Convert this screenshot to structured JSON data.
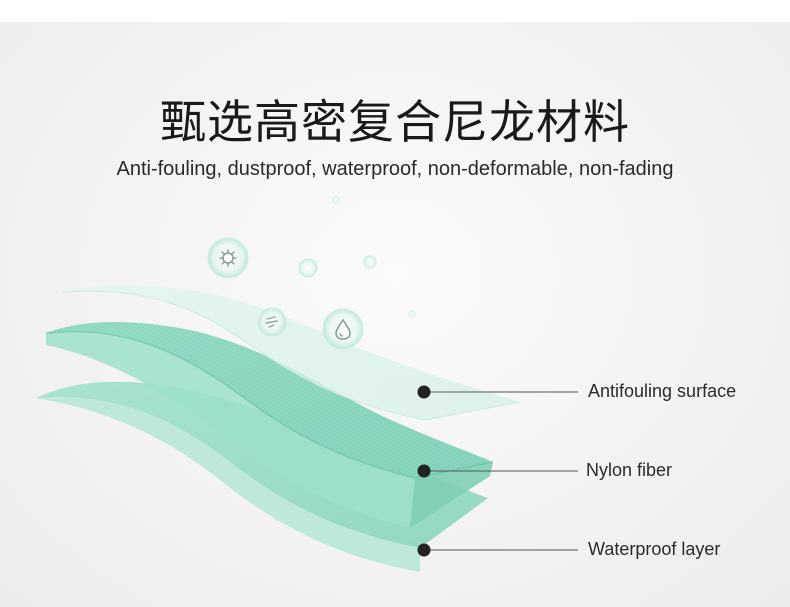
{
  "header": {
    "title": "甄选高密复合尼龙材料",
    "subtitle": "Anti-fouling, dustproof, waterproof, non-deformable, non-fading"
  },
  "diagram": {
    "layers": [
      {
        "label": "Antifouling surface"
      },
      {
        "label": "Nylon fiber"
      },
      {
        "label": "Waterproof layer"
      }
    ]
  },
  "colors": {
    "layer_top": "#d8f1ea",
    "layer_mid": "#8fd9c3",
    "layer_bottom": "#9fdcc9",
    "edge": "#5fbfa4",
    "dot": "#222222",
    "line": "#555555"
  },
  "icons": [
    "virus-icon",
    "droplet-icon",
    "dust-icon"
  ]
}
